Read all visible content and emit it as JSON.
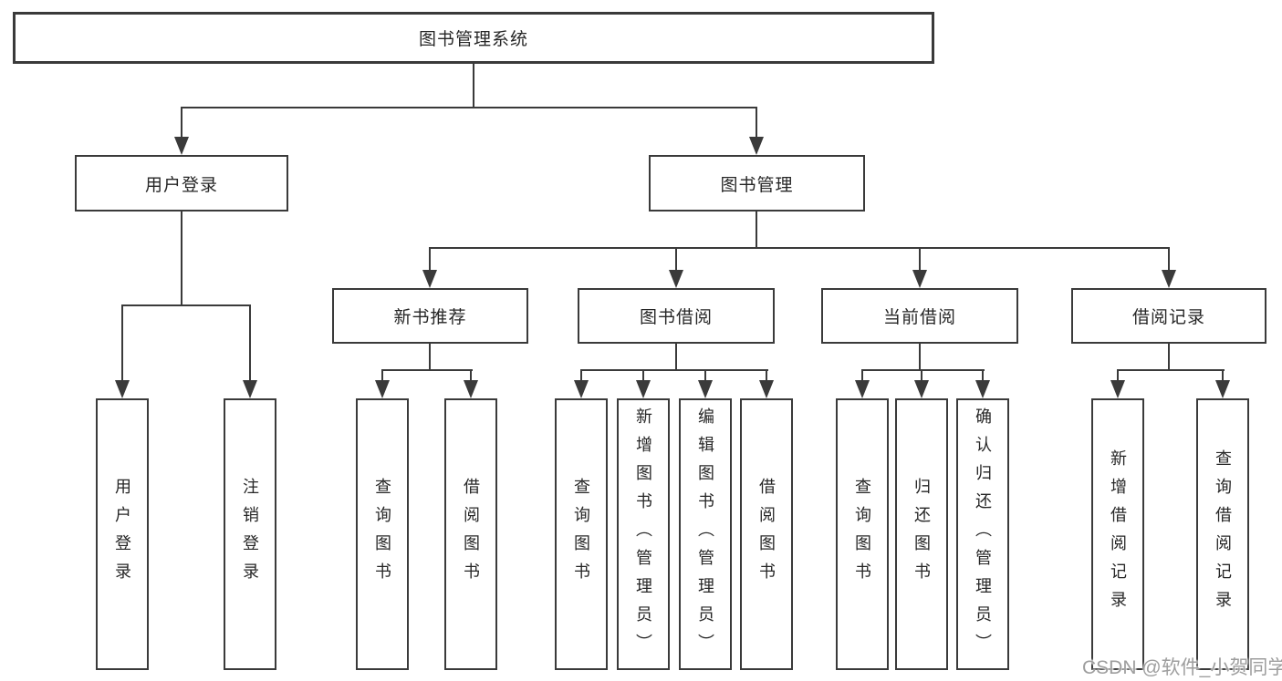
{
  "colors": {
    "line": "#3a3a3a",
    "box_border": "#3a3a3a",
    "text": "#262626",
    "watermark": "#9e9e9e",
    "background": "#ffffff"
  },
  "tree": {
    "root": {
      "label": "图书管理系统"
    },
    "branches": [
      {
        "label": "用户登录",
        "leaves": [
          "用户登录",
          "注销登录"
        ]
      },
      {
        "label": "图书管理",
        "groups": [
          {
            "label": "新书推荐",
            "leaves": [
              "查询图书",
              "借阅图书"
            ]
          },
          {
            "label": "图书借阅",
            "leaves": [
              "查询图书",
              "新增图书（管理员）",
              "编辑图书（管理员）",
              "借阅图书"
            ]
          },
          {
            "label": "当前借阅",
            "leaves": [
              "查询图书",
              "归还图书",
              "确认归还（管理员）"
            ]
          },
          {
            "label": "借阅记录",
            "leaves": [
              "新增借阅记录",
              "查询借阅记录"
            ]
          }
        ]
      }
    ]
  },
  "watermark": {
    "text": "CSDN @软件_小贺同学"
  }
}
